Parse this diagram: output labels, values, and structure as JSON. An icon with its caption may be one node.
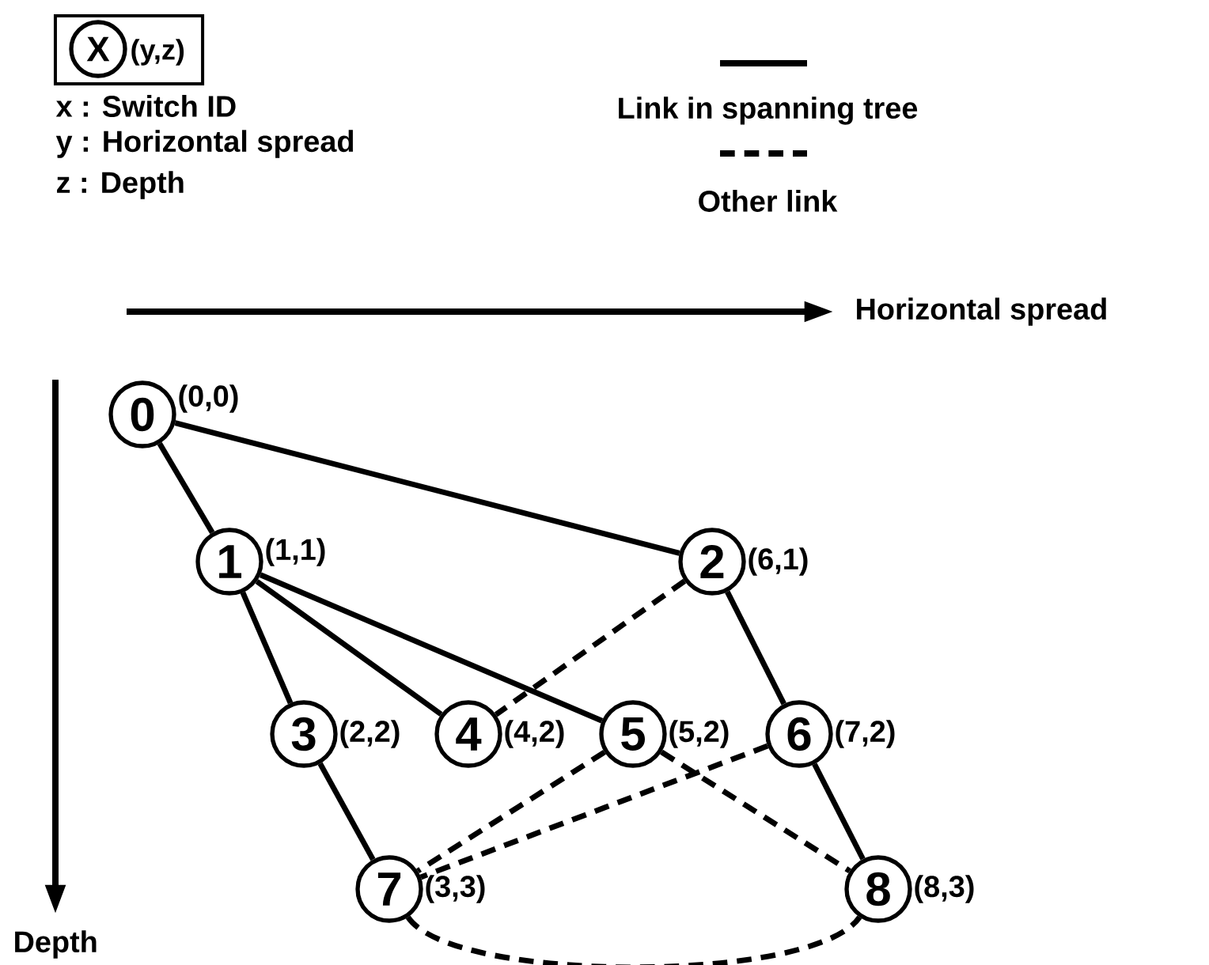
{
  "diagram": {
    "nodes": [
      {
        "text": [],
        "shape": "box"
      },
      {
        "text": [
          "X"
        ],
        "in": 0,
        "beside": [
          "(y,z)"
        ]
      },
      {
        "text": [
          "0"
        ],
        "beside": [
          "(0,0)"
        ]
      },
      {
        "text": [
          "1"
        ],
        "beside": [
          "(1,1)"
        ]
      },
      {
        "text": [
          "2"
        ],
        "beside": [
          "(6,1)"
        ]
      },
      {
        "text": [
          "3"
        ],
        "beside": [
          "(2,2)"
        ]
      },
      {
        "text": [
          "4"
        ],
        "beside": [
          "(4,2)"
        ]
      },
      {
        "text": [
          "5"
        ],
        "beside": [
          "(5,2)"
        ]
      },
      {
        "text": [
          "6"
        ],
        "beside": [
          "(7,2)"
        ]
      },
      {
        "text": [
          "7"
        ],
        "beside": [
          "(3,3)"
        ]
      },
      {
        "text": [
          "8"
        ],
        "beside": [
          "(8,3)"
        ]
      }
    ],
    "edges": [
      {
        "from": 2,
        "to": 3,
        "arrow": "none"
      },
      {
        "from": 2,
        "to": 4,
        "arrow": "none"
      },
      {
        "from": 3,
        "to": 5,
        "arrow": "none"
      },
      {
        "from": 3,
        "to": 6,
        "arrow": "none"
      },
      {
        "from": 3,
        "to": 7,
        "arrow": "none"
      },
      {
        "from": 4,
        "to": 6,
        "arrow": "none",
        "style": "dashed"
      },
      {
        "from": 4,
        "to": 8,
        "arrow": "none"
      },
      {
        "from": 5,
        "to": 9,
        "arrow": "none"
      },
      {
        "from": 7,
        "to": 9,
        "arrow": "none",
        "style": "dashed"
      },
      {
        "from": 7,
        "to": 10,
        "arrow": "none",
        "style": "dashed"
      },
      {
        "from": 8,
        "to": 9,
        "arrow": "none",
        "style": "dashed"
      },
      {
        "from": 8,
        "to": 10,
        "arrow": "none"
      },
      {
        "from": 9,
        "to": 10,
        "arrow": "none",
        "style": "dashed"
      }
    ],
    "labels": [
      "x : Switch ID",
      "y : Horizontal spread",
      "z : Depth",
      "Horizontal spread",
      "Depth"
    ],
    "legend": [
      {
        "text": "Link in spanning tree"
      },
      {
        "text": "Other link"
      }
    ]
  }
}
